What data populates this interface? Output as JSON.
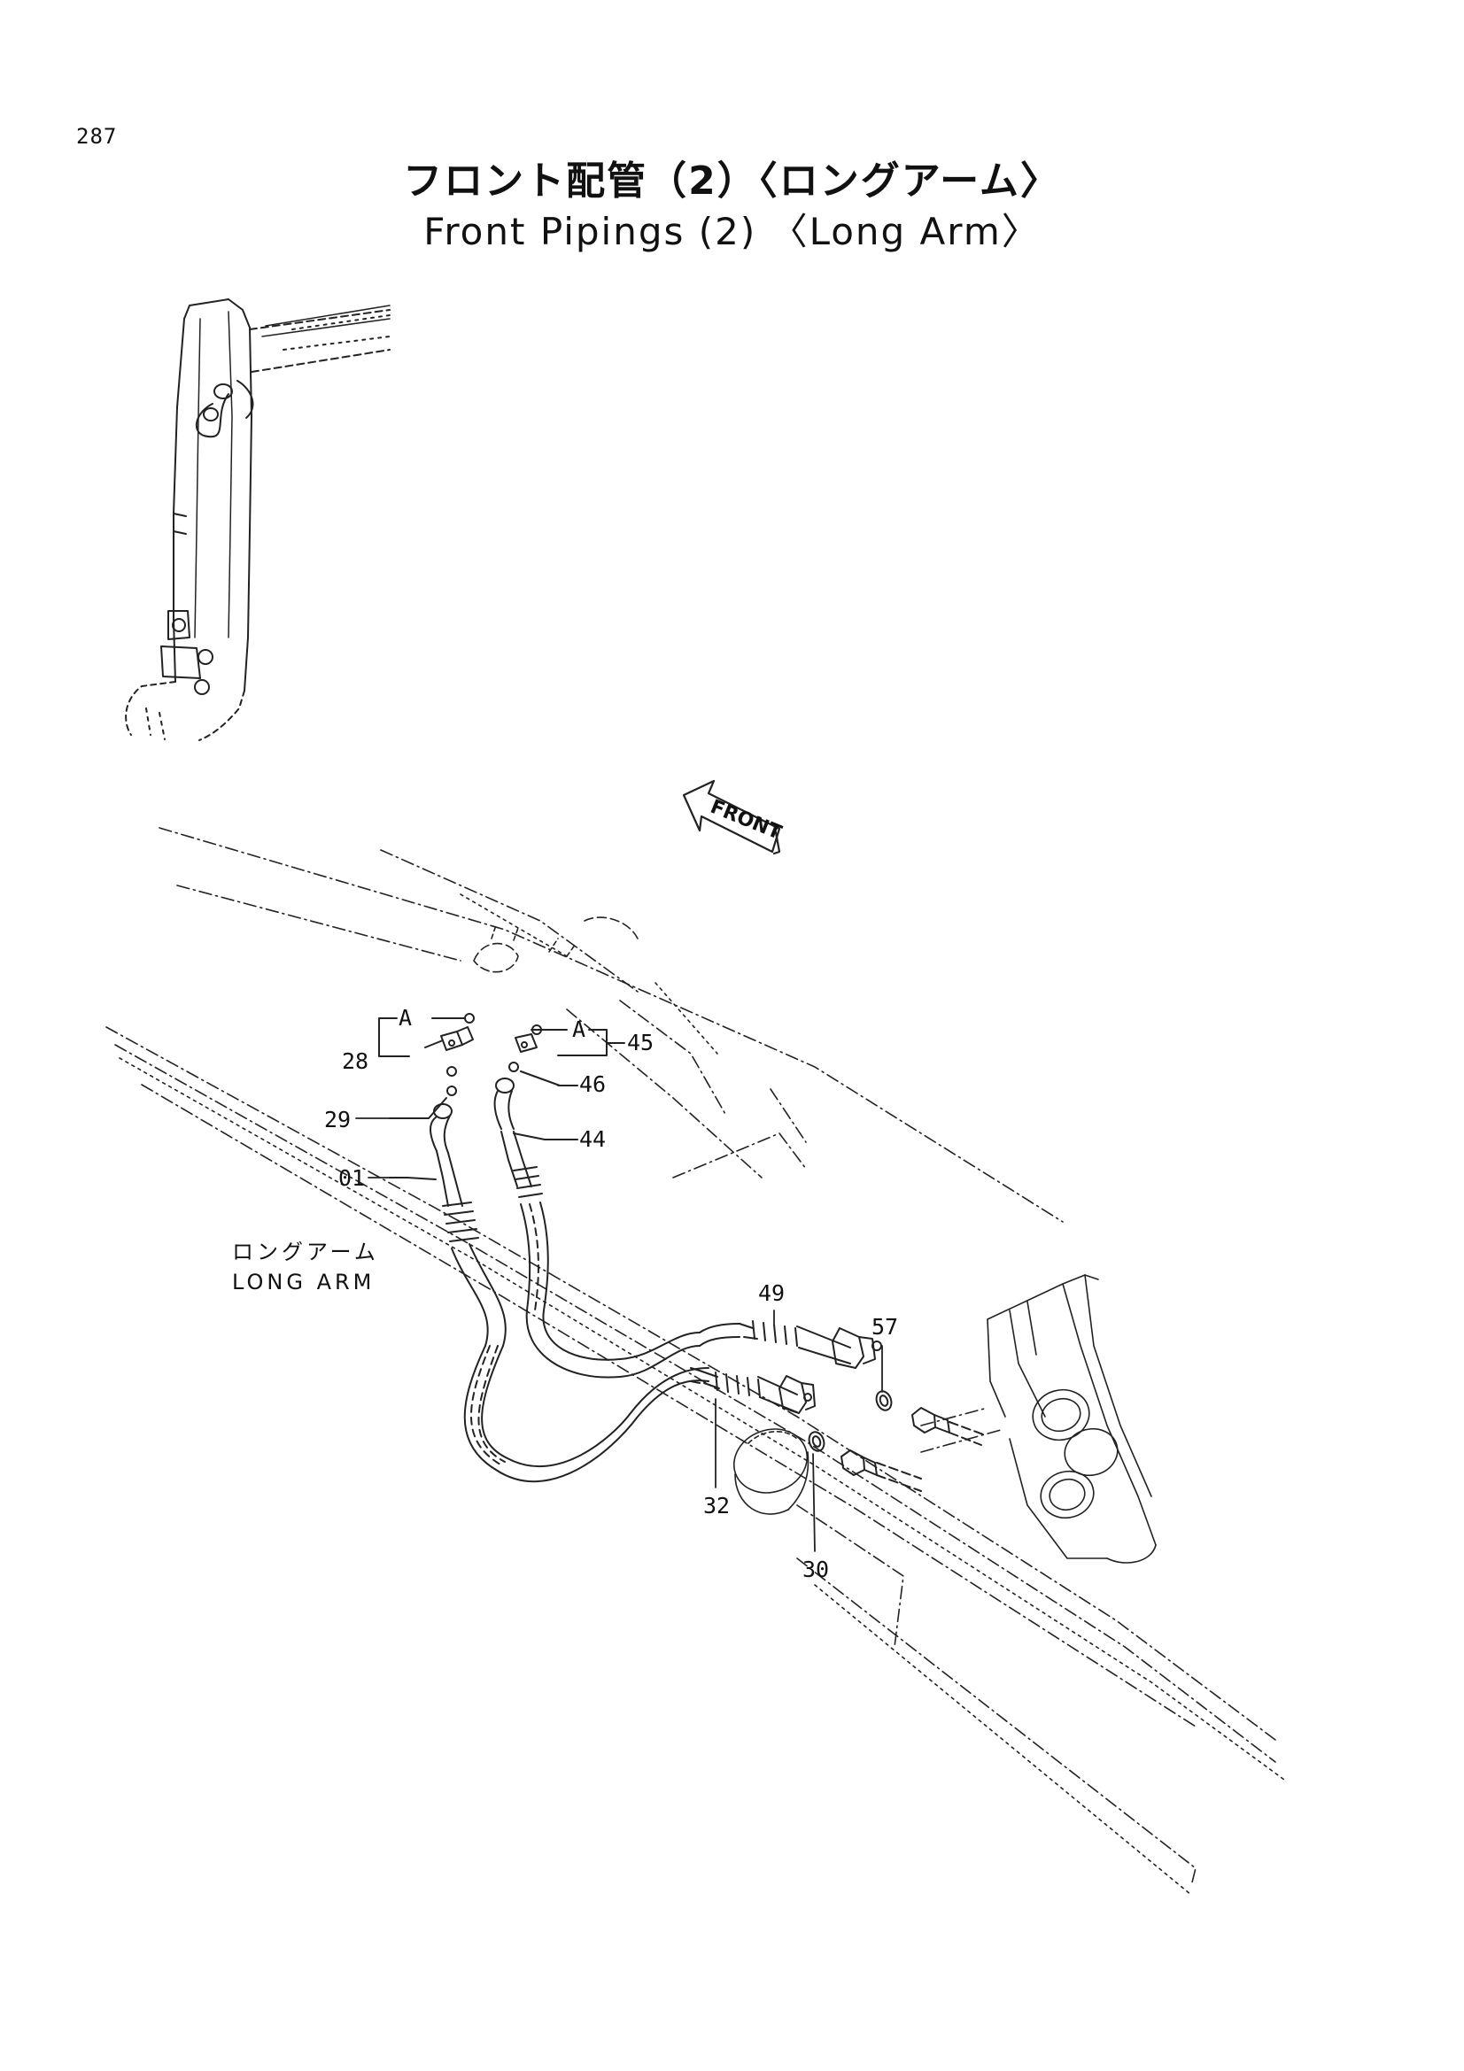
{
  "page": {
    "number": "287",
    "title_ja": "フロント配管（2）〈ロングアーム〉",
    "title_en": "Front Pipings (2) 〈Long Arm〉"
  },
  "direction_arrow": {
    "label": "FRONT"
  },
  "arm_label": {
    "ja": "ロングアーム",
    "en": "LONG ARM"
  },
  "callouts": {
    "p01": "01",
    "p28": "28",
    "p29": "29",
    "p30": "30",
    "p32": "32",
    "p44": "44",
    "p45": "45",
    "p46": "46",
    "p49": "49",
    "p57": "57",
    "ref_a_left": "A",
    "ref_a_right": "A"
  }
}
